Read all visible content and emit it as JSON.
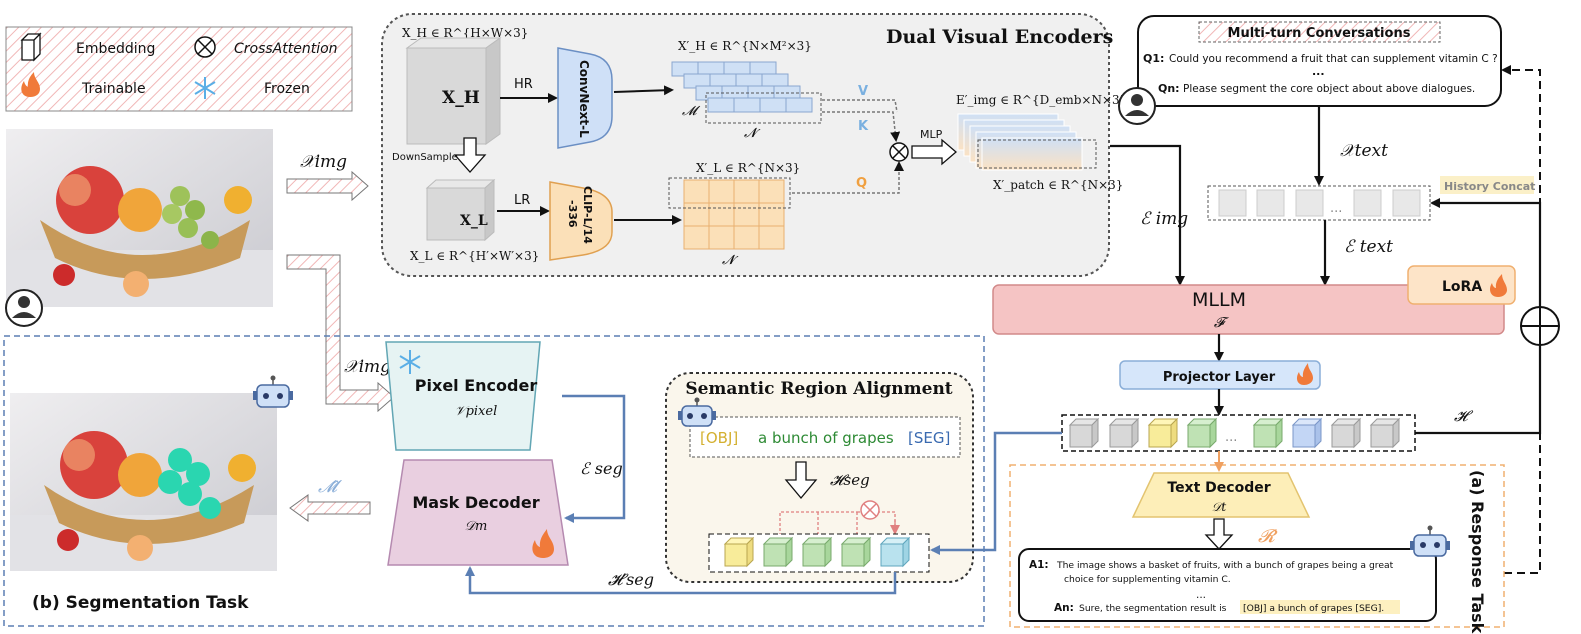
{
  "legend": {
    "embedding": "Embedding",
    "cross_attention": "CrossAttention",
    "trainable": "Trainable",
    "frozen": "Frozen"
  },
  "encoders": {
    "title": "Dual Visual Encoders",
    "xh_formula": "X_H ∈ R^{H×W×3}",
    "xh_label": "X_H",
    "hr": "HR",
    "downsample": "DownSample",
    "lr": "LR",
    "xl_label": "X_L",
    "xl_formula": "X_L ∈ R^{H′×W′×3}",
    "convnext": "ConvNext-L",
    "clip_line1": "CLIP-L/14",
    "clip_line2": "-336",
    "xh_prime": "X′_H ∈ R^{N×M²×3}",
    "m_label": "𝓜",
    "n_label_top": "𝓝",
    "xl_prime": "X′_L ∈ R^{N×3}",
    "n_label_bottom": "𝓝",
    "v": "V",
    "k": "K",
    "q": "Q",
    "mlp": "MLP",
    "e_img_prime": "E′_img ∈ R^{D_emb×N×3}",
    "x_patch": "X′_patch ∈ R^{N×3}"
  },
  "inputs": {
    "x_img_top": "𝒳img",
    "x_img_mid": "𝒳img",
    "e_img": "ℰ img"
  },
  "conversation": {
    "title": "Multi-turn Conversations",
    "q1_label": "Q1:",
    "q1_text": "Could you recommend a fruit that can supplement vitamin C ?",
    "ellipsis": "...",
    "qn_label": "Qn:",
    "qn_text": "Please segment the core object about above dialogues."
  },
  "text_flow": {
    "x_text": "𝒳text",
    "e_text": "ℰ text",
    "history_concat": "History Concat",
    "ellipsis": "..."
  },
  "mllm": {
    "name": "MLLM",
    "symbol": "𝓕",
    "lora": "LoRA",
    "projector": "Projector Layer",
    "h_label": "𝓗"
  },
  "segmentation": {
    "pixel_encoder": "Pixel Encoder",
    "pixel_symbol": "𝒱pixel",
    "mask_decoder": "Mask Decoder",
    "mask_symbol": "𝒟m",
    "e_seg": "ℰ seg",
    "h_seg_prime": "𝓗′seg",
    "m_hat": "𝓜̂",
    "title": "(b) Segmentation Task"
  },
  "semantic": {
    "title": "Semantic Region Alignment",
    "obj_tag": "[OBJ]",
    "phrase": "a bunch of grapes",
    "seg_tag": "[SEG]",
    "h_seg": "𝓗seg"
  },
  "response": {
    "text_decoder": "Text Decoder",
    "decoder_symbol": "𝒟t",
    "r_hat": "𝓡̂",
    "a1_label": "A1:",
    "a1_line1": "The image shows a basket of fruits, with a bunch of grapes being a great",
    "a1_line2": "choice for supplementing vitamin C.",
    "ellipsis": "...",
    "an_label": "An:",
    "an_text": "Sure, the segmentation result is",
    "an_highlight": "[OBJ] a bunch of grapes [SEG].",
    "task_label": "(a) Response Task"
  },
  "colors": {
    "encoder_bg": "#f0f0f0",
    "convnext": "#cfe0f7",
    "clip": "#fbe0b8",
    "mllm": "#f5c4c4",
    "lora": "#fde4c8",
    "projector": "#d6e6fa",
    "pixel_encoder": "#e6f3f3",
    "mask_decoder": "#e9cfe0",
    "semantic_bg": "#faf6ec",
    "text_decoder": "#fdeeb8",
    "link_blue": "#5b7fb4"
  }
}
